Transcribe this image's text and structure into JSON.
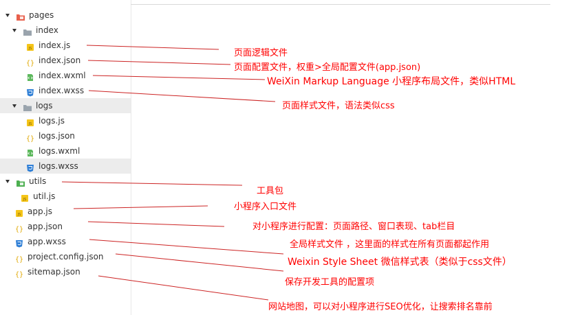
{
  "tree": {
    "items": [
      {
        "label": "pages",
        "icon": "folder-pages-icon",
        "expanded": true
      },
      {
        "label": "index",
        "icon": "folder-icon",
        "expanded": true
      },
      {
        "label": "index.js",
        "icon": "js-file-icon"
      },
      {
        "label": "index.json",
        "icon": "json-file-icon"
      },
      {
        "label": "index.wxml",
        "icon": "wxml-file-icon"
      },
      {
        "label": "index.wxss",
        "icon": "css-file-icon"
      },
      {
        "label": "logs",
        "icon": "folder-icon",
        "expanded": true
      },
      {
        "label": "logs.js",
        "icon": "js-file-icon"
      },
      {
        "label": "logs.json",
        "icon": "json-file-icon"
      },
      {
        "label": "logs.wxml",
        "icon": "wxml-file-icon"
      },
      {
        "label": "logs.wxss",
        "icon": "css-file-icon"
      },
      {
        "label": "utils",
        "icon": "folder-utils-icon",
        "expanded": true
      },
      {
        "label": "util.js",
        "icon": "js-file-icon"
      },
      {
        "label": "app.js",
        "icon": "js-file-icon"
      },
      {
        "label": "app.json",
        "icon": "json-file-icon"
      },
      {
        "label": "app.wxss",
        "icon": "css-file-icon"
      },
      {
        "label": "project.config.json",
        "icon": "json-file-icon"
      },
      {
        "label": "sitemap.json",
        "icon": "json-file-icon"
      }
    ]
  },
  "annotations": [
    "页面逻辑文件",
    "页面配置文件，权重>全局配置文件(app.json)",
    "WeiXin Markup Language 小程序布局文件，类似HTML",
    "页面样式文件，语法类似css",
    "工具包",
    "小程序入口文件",
    "对小程序进行配置：页面路径、窗口表现、tab栏目",
    "全局样式文件 ，这里面的样式在所有页面都起作用",
    "Weixin Style Sheet  微信样式表（类似于css文件）",
    "保存开发工具的配置项",
    "网站地图，可以对小程序进行SEO优化，让搜索排名靠前"
  ],
  "colors": {
    "annotation": "#ff0000",
    "js_icon": "#f5c518",
    "json_icon": "#e0a800",
    "wxml_icon": "#5cb85c",
    "css_icon": "#2f7fd6",
    "folder_pages": "#e8604c",
    "folder_utils": "#4caf50",
    "folder_plain": "#9aa4ad",
    "selection": "#ececec"
  }
}
